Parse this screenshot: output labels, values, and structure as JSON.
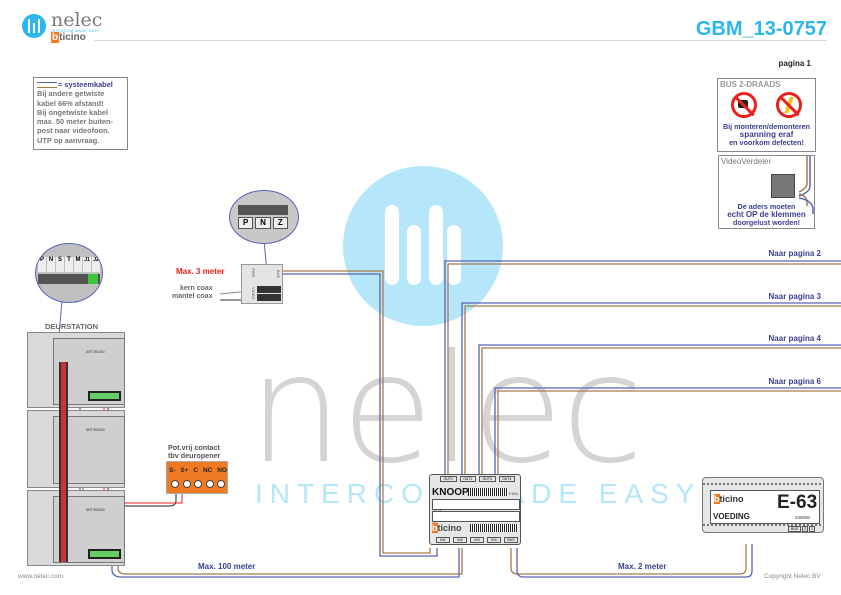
{
  "header": {
    "brand_name": "nelec",
    "brand_tagline": "INTERCOM MADE EASY",
    "brand_sub": "bticino",
    "doc_id": "GBM_13-0757",
    "page_label": "pagina 1"
  },
  "colors": {
    "accent": "#2bb6ee",
    "navy_text": "#3a3f8f",
    "cable_blue": "#5a64b8",
    "cable_brown": "#a87a4a",
    "warning_red": "#e8201e",
    "orange_block": "#f07a23",
    "device_grey": "#d9d9d9"
  },
  "legend": {
    "line1": "= systeemkabel",
    "lines": [
      "Bij andere getwiste",
      "kabel 66% afstand!",
      "Bij ongetwiste kabel",
      "max. 50 meter buiten-",
      "post naar videofoon.",
      "UTP op aanvraag."
    ]
  },
  "bus_warning": {
    "title": "BUS 2-DRAADS",
    "text": [
      "Bij monteren/demonteren",
      "spanning eraf",
      "en voorkom defecten!"
    ]
  },
  "videoverdeler": {
    "title": "VideoVerdeler",
    "text": [
      "De aders moeten",
      "echt OP de klemmen",
      "doorgelust worden!"
    ]
  },
  "camera_module": {
    "terminals": [
      "P",
      "N",
      "Z"
    ],
    "max_label": "Max. 3 meter",
    "kern": "kern coax",
    "mantel": "mantel coax",
    "pwr": "PWR",
    "video": "VIDEO",
    "bus": "BUS"
  },
  "deurstation": {
    "title": "DEURSTATION",
    "terminals": [
      "P",
      "N",
      "S",
      "T",
      "M",
      "J1",
      "J2"
    ],
    "module_codes": [
      "ART351000",
      "ART352000",
      "ART353000"
    ],
    "in": "IN",
    "out": "OUT"
  },
  "contact": {
    "title1": "Pot.vrij contact",
    "title2": "tbv deuropener",
    "terminals": [
      "S-",
      "S+",
      "C",
      "NC",
      "NO"
    ]
  },
  "knoop": {
    "title": "KNOOP",
    "code": "F441",
    "outputs": [
      "OUT1",
      "OUT2",
      "OUT3",
      "OUT4"
    ],
    "inputs": [
      "IN1",
      "IN2",
      "IN3",
      "IN4",
      "BUS"
    ],
    "out_label": "OUT",
    "in_label": "IN",
    "brand": "bticino"
  },
  "voeding": {
    "brand": "bticino",
    "model": "E-63",
    "label": "VOEDING",
    "code": "346000",
    "terminals": [
      "BUS",
      "2",
      "1"
    ]
  },
  "destinations": [
    "Naar pagina 2",
    "Naar pagina 3",
    "Naar pagina 4",
    "Naar pagina 6"
  ],
  "distances": {
    "max_100": "Max. 100 meter",
    "max_2": "Max. 2 meter"
  },
  "watermark": {
    "word": "nelec",
    "tagline": "INTERCOM MADE EASY"
  },
  "footer": {
    "website": "www.nelec.com",
    "copyright": "Copyright Nelec BV"
  }
}
